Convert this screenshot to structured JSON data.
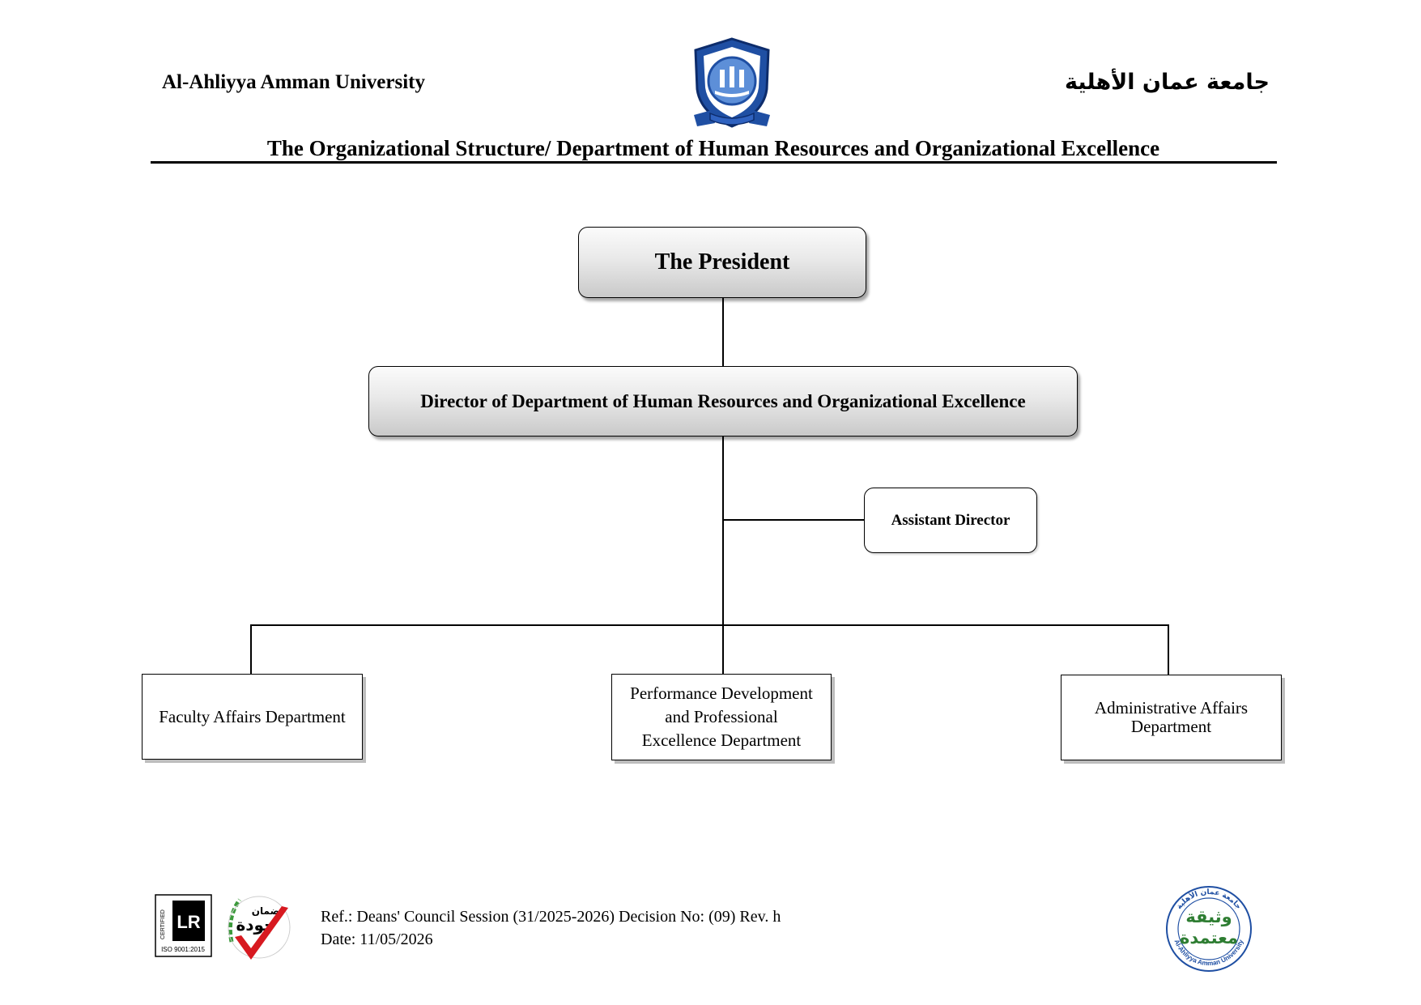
{
  "header": {
    "university_en": "Al-Ahliyya Amman University",
    "university_ar": "جامعة عمان الأهلية",
    "logo_icon": "university-crest-icon",
    "brand_blue": "#1f4fa3"
  },
  "title": "The Organizational Structure/ Department of Human Resources and Organizational Excellence",
  "chart": {
    "president": "The President",
    "director": "Director of Department of Human Resources and Organizational Excellence",
    "assistant": "Assistant Director",
    "departments": [
      "Faculty Affairs Department",
      "Performance Development\nand Professional\nExcellence Department",
      "Administrative Affairs\nDepartment"
    ]
  },
  "footer": {
    "ref": "Ref.: Deans' Council Session (31/2025-2026) Decision No: (09) Rev. h",
    "date": "Date: 11/05/2026",
    "iso_text": "ISO 9001:2015",
    "certified_text": "CERTIFIED",
    "lr_text": "LR",
    "quality_ar_top": "ضمان",
    "quality_ar_main": "جودة",
    "stamp_ar_line1": "وثيقة",
    "stamp_ar_line2": "معتمدة",
    "stamp_ring_top": "جامعة عمان الأهلية",
    "stamp_ring_bottom": "Al-Ahliyya Amman University",
    "stamp_green": "#2e7d32",
    "stamp_blue": "#1f4fa3"
  }
}
